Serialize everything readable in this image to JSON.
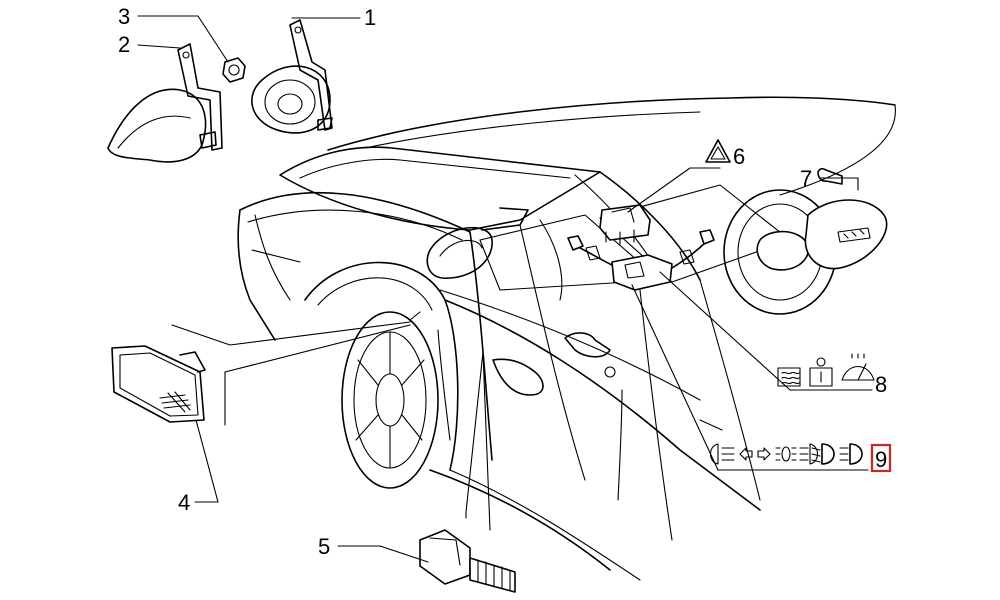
{
  "callouts": [
    "1",
    "2",
    "3",
    "4",
    "5",
    "6",
    "7",
    "8",
    "9"
  ],
  "highlight_color": "#d81f26",
  "icons": {
    "callout_6": "hazard-triangle-icon",
    "callout_7": "horn-icon",
    "callout_8": [
      "rear-defrost-icon",
      "interior-light-icon",
      "wiper-icon"
    ],
    "callout_9": [
      "rear-fog-icon",
      "left-indicator-icon",
      "right-indicator-icon",
      "position-light-icon",
      "front-fog-icon",
      "low-beam-icon",
      "high-beam-icon"
    ]
  }
}
